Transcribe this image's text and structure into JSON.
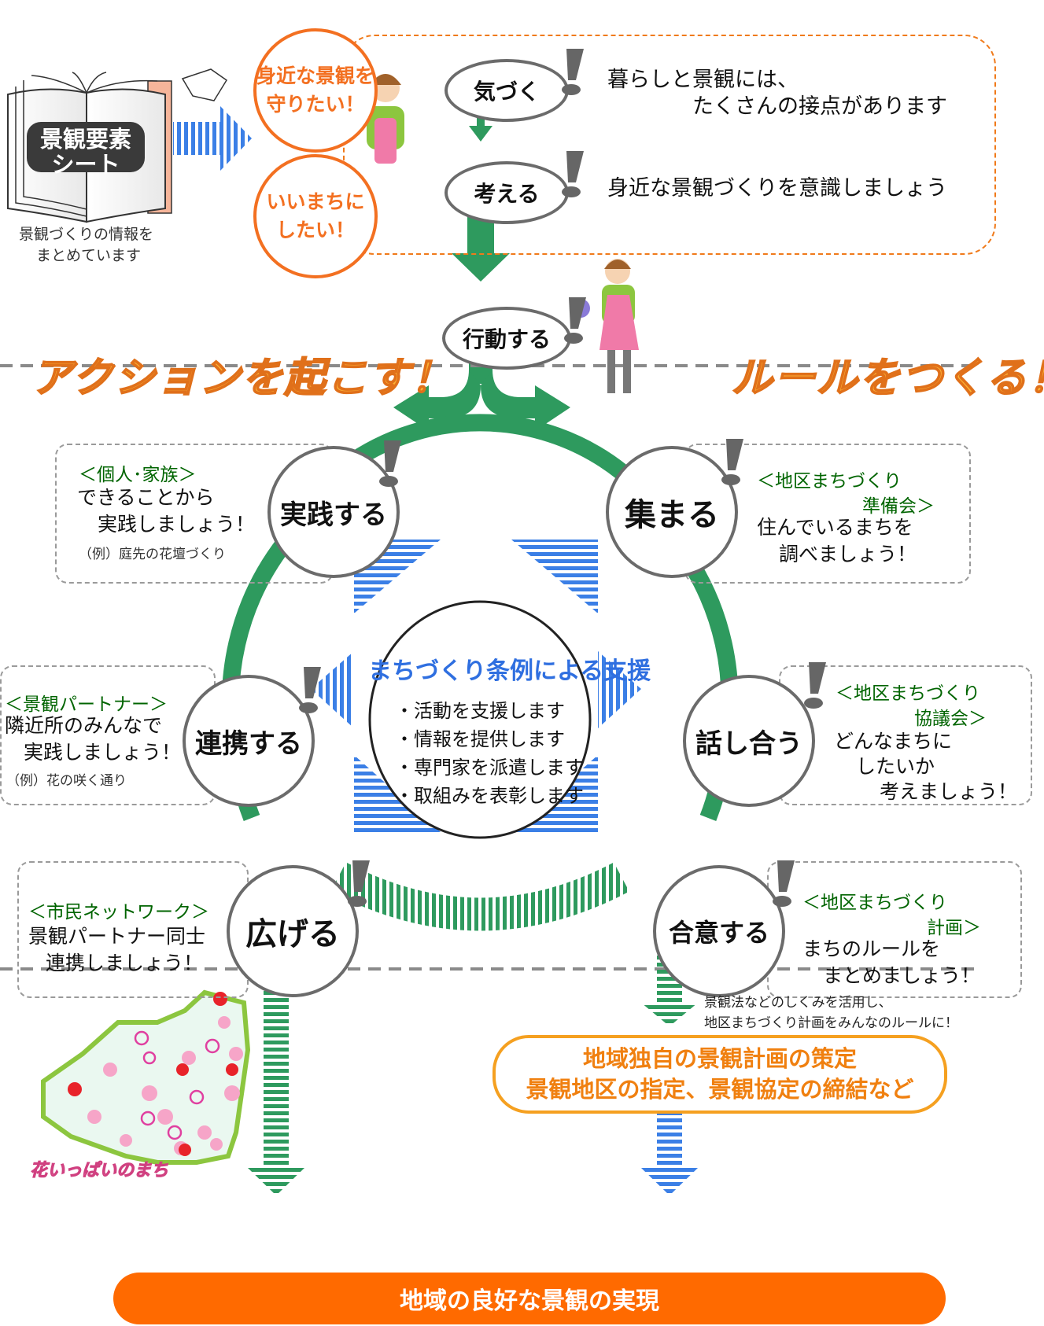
{
  "sheet": {
    "cover_title_line1": "景観要素",
    "cover_title_line2": "シート",
    "caption_line1": "景観づくりの情報を",
    "caption_line2": "まとめています"
  },
  "motivations": [
    {
      "line1": "身近な景観を",
      "line2": "守りたい！"
    },
    {
      "line1": "いいまちに",
      "line2": "したい！"
    }
  ],
  "steps": {
    "notice": {
      "label": "気づく",
      "desc_line1": "暮らしと景観には、",
      "desc_line2": "たくさんの接点があります"
    },
    "think": {
      "label": "考える",
      "desc": "身近な景観づくりを意識しましょう"
    },
    "act": {
      "label": "行動する"
    }
  },
  "banners": {
    "left": "アクションを起こす！",
    "right": "ルールをつくる！"
  },
  "cycle": {
    "practice": {
      "label": "実践する",
      "group": "＜個人･家族＞",
      "desc_line1": "できることから",
      "desc_line2": "実践しましょう！",
      "example": "（例）庭先の花壇づくり"
    },
    "gather": {
      "label": "集まる",
      "group_line1": "＜地区まちづくり",
      "group_line2": "準備会＞",
      "desc_line1": "住んでいるまちを",
      "desc_line2": "調べましょう！"
    },
    "cooperate": {
      "label": "連携する",
      "group": "＜景観パートナー＞",
      "desc_line1": "隣近所のみんなで",
      "desc_line2": "実践しましょう！",
      "example": "（例）花の咲く通り"
    },
    "discuss": {
      "label": "話し合う",
      "group_line1": "＜地区まちづくり",
      "group_line2": "協議会＞",
      "desc_line1": "どんなまちに",
      "desc_line2": "したいか",
      "desc_line3": "考えましょう！"
    },
    "spread": {
      "label": "広げる",
      "group": "＜市民ネットワーク＞",
      "desc_line1": "景観パートナー同士",
      "desc_line2": "連携しましょう！"
    },
    "agree": {
      "label": "合意する",
      "group_line1": "＜地区まちづくり",
      "group_line2": "計画＞",
      "desc_line1": "まちのルールを",
      "desc_line2": "まとめましょう！"
    }
  },
  "support": {
    "title": "まちづくり条例による支援",
    "items": [
      "・活動を支援します",
      "・情報を提供します",
      "・専門家を派遣します",
      "・取組みを表彰します"
    ]
  },
  "law_note": {
    "line1": "景観法などのしくみを活用し、",
    "line2": "地区まちづくり計画をみんなのルールに！"
  },
  "plan_box": {
    "line1": "地域独自の景観計画の策定",
    "line2": "景観地区の指定、景観協定の締結など"
  },
  "flower_map_label": "花いっぱいのまち",
  "result": "地域の良好な景観の実現",
  "colors": {
    "orange": "#f37021",
    "green": "#2e9a5e",
    "blue": "#2f6fe0",
    "result": "#ff6a00"
  }
}
